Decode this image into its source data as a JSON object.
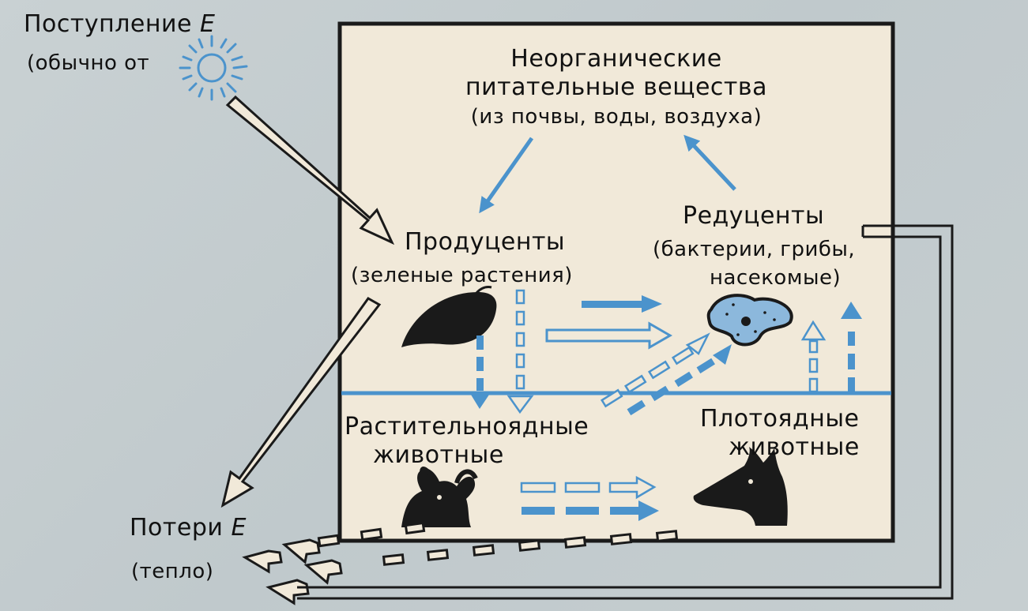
{
  "diagram": {
    "energy_input": {
      "title": "Поступление",
      "symbol": "E",
      "note": "(обычно от"
    },
    "inorganic": {
      "line1": "Неорганические",
      "line2": "питательные вещества",
      "line3": "(из почвы, воды, воздуха)"
    },
    "producers": {
      "title": "Продуценты",
      "note": "(зеленые растения)"
    },
    "decomposers": {
      "title": "Редуценты",
      "note1": "(бактерии, грибы,",
      "note2": "насекомые)"
    },
    "herbivores": {
      "line1": "Растительноядные",
      "line2": "животные"
    },
    "carnivores": {
      "line1": "Плотоядные",
      "line2": "животные"
    },
    "energy_loss": {
      "title": "Потери",
      "symbol": "E",
      "note": "(тепло)"
    },
    "icons": [
      "sun-icon",
      "leaf-icon",
      "goat-icon",
      "wolf-icon",
      "microbe-icon"
    ],
    "colors": {
      "background": "#c4cdd0",
      "box": "#f1e9d9",
      "outline": "#1a1a1a",
      "blue": "#4b93cc"
    }
  }
}
